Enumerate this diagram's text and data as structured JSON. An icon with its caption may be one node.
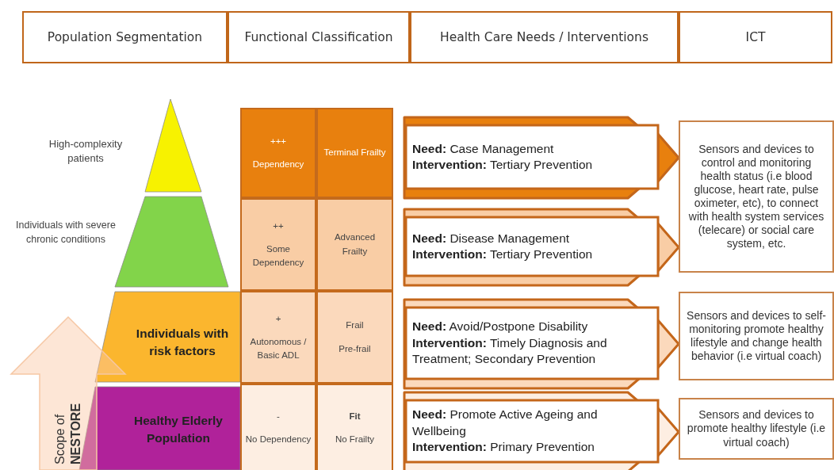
{
  "diagram": {
    "nodes": [
      {
        "text": [
          "Population Segmentation"
        ]
      },
      {
        "text": [
          "Functional Classification"
        ]
      },
      {
        "text": [
          "Health Care Needs / Interventions"
        ]
      },
      {
        "text": [
          "ICT"
        ]
      },
      {
        "text": [
          "High-complexity patients"
        ]
      },
      {
        "text": [
          "Individuals with severe chronic conditions"
        ]
      },
      {
        "text": [
          "Individuals with risk factors"
        ]
      },
      {
        "text": [
          "Healthy Elderly Population"
        ]
      },
      {
        "text": [
          "Scope of **NESTORE**"
        ]
      },
      {
        "text": [
          "+++",
          "Dependency"
        ]
      },
      {
        "text": [
          "Terminal Frailty"
        ]
      },
      {
        "text": [
          "++",
          "Some Dependency"
        ]
      },
      {
        "text": [
          "Advanced Frailty"
        ]
      },
      {
        "text": [
          "+",
          "Autonomous / Basic ADL"
        ]
      },
      {
        "text": [
          "Frail",
          "Pre-frail"
        ]
      },
      {
        "text": [
          "-",
          "No Dependency"
        ]
      },
      {
        "text": [
          "**Fit**",
          "No Frailty"
        ]
      },
      {
        "text": [
          "**Need:** Case Management",
          "**Intervention:** Tertiary Prevention"
        ]
      },
      {
        "text": [
          "**Need:** Disease Management",
          "**Intervention:** Tertiary Prevention"
        ]
      },
      {
        "text": [
          "**Need:** Avoid/Postpone Disability",
          "**Intervention:** Timely Diagnosis and Treatment; Secondary Prevention"
        ]
      },
      {
        "text": [
          "**Need:** Promote Active Ageing and Wellbeing",
          "**Intervention:** Primary Prevention"
        ]
      },
      {
        "text": [
          "Sensors and devices to control and monitoring health status (i.e blood glucose, heart rate, pulse oximeter, etc), to connect with health system services (telecare) or social care system, etc."
        ]
      },
      {
        "text": [
          "Sensors and devices to self-monitoring promote healthy lifestyle and change health behavior (i.e virtual coach)"
        ]
      },
      {
        "text": [
          "Sensors and devices to promote healthy lifestyle (i.e virtual coach)"
        ]
      }
    ],
    "edges": [
      {
        "from": 17,
        "to": 21,
        "arrow": "to",
        "color": "#e8800e"
      },
      {
        "from": 18,
        "to": 21,
        "arrow": "to",
        "color": "#f9cda5"
      },
      {
        "from": 19,
        "to": 22,
        "arrow": "to",
        "color": "#fbd9bc"
      },
      {
        "from": 20,
        "to": 23,
        "arrow": "to",
        "color": "#fdeee2"
      }
    ]
  }
}
